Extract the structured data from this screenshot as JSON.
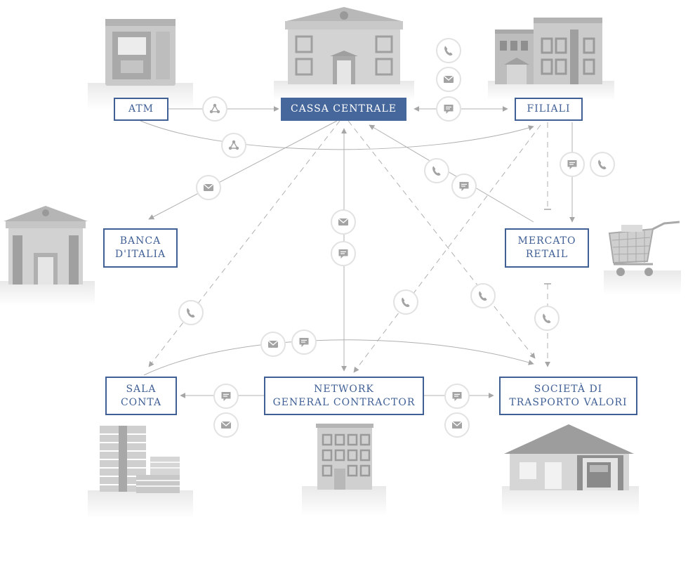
{
  "nodes": {
    "atm": {
      "lines": [
        "ATM"
      ]
    },
    "cassa_centrale": {
      "lines": [
        "CASSA CENTRALE"
      ]
    },
    "filiali": {
      "lines": [
        "FILIALI"
      ]
    },
    "banca_italia": {
      "lines": [
        "BANCA",
        "D'ITALIA"
      ]
    },
    "mercato_retail": {
      "lines": [
        "MERCATO",
        "RETAIL"
      ]
    },
    "sala_conta": {
      "lines": [
        "SALA",
        "CONTA"
      ]
    },
    "network": {
      "lines": [
        "NETWORK",
        "GENERAL CONTRACTOR"
      ]
    },
    "societa": {
      "lines": [
        "SOCIETÀ DI",
        "TRASPORTO VALORI"
      ]
    }
  },
  "colors": {
    "node_border": "#3f5f95",
    "node_primary_fill": "#46679c",
    "connector": "#b0b0b0",
    "badge_icon": "#a3a3a3",
    "illustration": "#b5b5b5"
  },
  "connector_icons": [
    "phone-icon",
    "mail-icon",
    "chat-icon",
    "network-icon"
  ]
}
